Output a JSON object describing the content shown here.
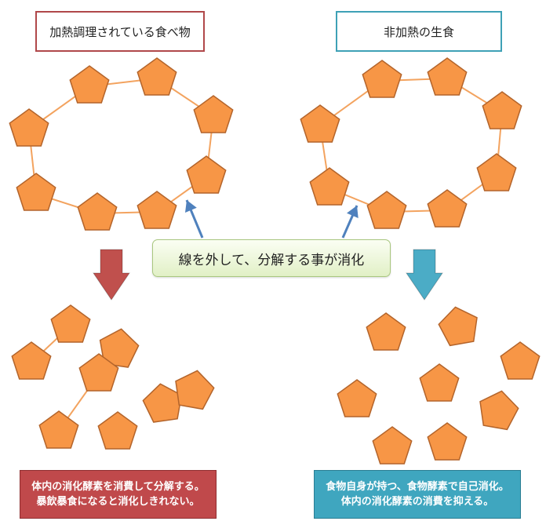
{
  "labels": {
    "cooked_title": "加熱調理されている食べ物",
    "raw_title": "非加熱の生食",
    "center": "線を外して、分解する事が消化"
  },
  "notes": {
    "left": [
      "体内の消化酵素を消費して分解する。",
      "暴飲暴食になると消化しきれない。"
    ],
    "right": [
      "食物自身が持つ、食物酵素で自己消化。",
      "体内の消化酵素の消費を抑える。"
    ]
  },
  "colors": {
    "pentagon_fill": "#f79646",
    "pentagon_stroke": "#b3642b",
    "bond_line": "#f3a35f",
    "left_theme": "#c0504d",
    "right_theme": "#4bacc6",
    "pointer_arrow": "#4f81bd"
  }
}
